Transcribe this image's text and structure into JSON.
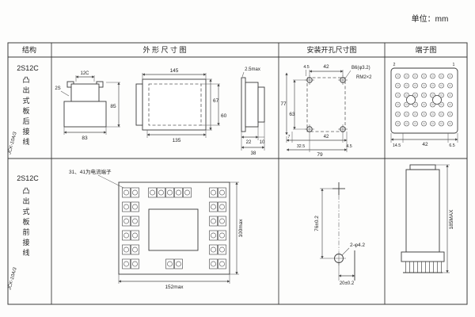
{
  "unit_label": "单位：mm",
  "headers": {
    "structure": "结构",
    "outline": "外 形 尺 寸 图",
    "mounting": "安装开孔尺寸图",
    "terminal": "端子图"
  },
  "rows": [
    {
      "structure": {
        "model": "2S12C",
        "chars": [
          "凸",
          "出",
          "式",
          "板",
          "后",
          "接",
          "线"
        ],
        "part_no": "JCK-10A/3"
      },
      "outline": {
        "top_view": {
          "dim_width_top": "12C",
          "label_side": "2S",
          "dim_width_bottom": "83",
          "dim_height": "85"
        },
        "front_view": {
          "dim_top": "145",
          "dim_bottom": "135",
          "dim_height_outer": "67",
          "dim_height_inner": "60"
        },
        "side_view": {
          "dim_flange": "2.5max",
          "dim_depth1": "22",
          "dim_depth2": "10",
          "dim_depth_total": "38"
        }
      },
      "mounting": {
        "dim_top_edge": "4.5",
        "dim_top_span": "42",
        "hole_label": "B6(φ3.2)",
        "thread_label": "RM2×2",
        "dim_left_outer": "77",
        "dim_left_inner": "63",
        "dim_bot1": "7",
        "dim_bot2": "32.5",
        "dim_bot3": "42",
        "dim_bot4": "4.5",
        "dim_bot_total": "79"
      },
      "terminal": {
        "mark_left": "2",
        "mark_right": "1",
        "dim_bot1": "14.5",
        "dim_bot2": "42",
        "dim_bot3": "6.5"
      }
    },
    {
      "structure": {
        "model": "2S12C",
        "chars": [
          "凸",
          "出",
          "式",
          "板",
          "前",
          "接",
          "线"
        ],
        "part_no": "JCK-10A/3"
      },
      "outline": {
        "note": "31、41为电流端子",
        "dim_width": "152max",
        "dim_height": "100max"
      },
      "mounting": {
        "dim_vertical": "76±0.2",
        "hole_label": "2-φ4.2",
        "dim_horizontal": "20±0.2"
      },
      "terminal": {
        "dim_height": "185MAX"
      }
    }
  ]
}
